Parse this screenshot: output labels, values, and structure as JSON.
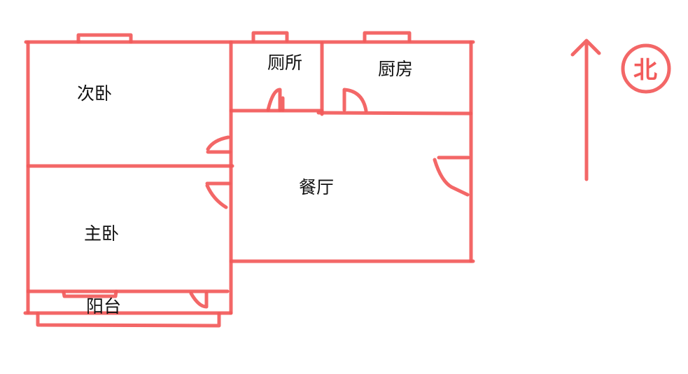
{
  "rooms": {
    "second_bedroom": "次卧",
    "toilet": "厕所",
    "kitchen": "厨房",
    "dining_room": "餐厅",
    "master_bedroom": "主卧",
    "balcony": "阳台"
  },
  "compass": {
    "label": "北"
  },
  "colors": {
    "wall": "#f25a5a",
    "text": "#111111"
  }
}
